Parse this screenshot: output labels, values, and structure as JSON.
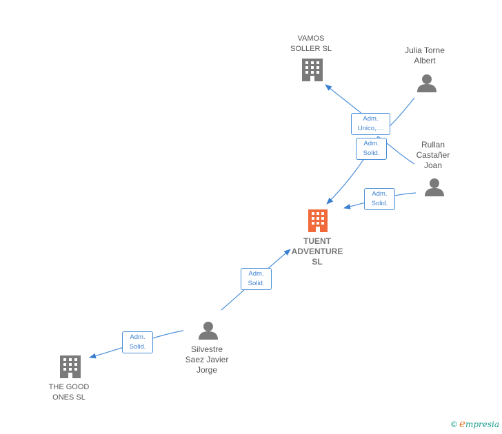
{
  "colors": {
    "edge": "#3a7fd0",
    "node": "#7a7a7a",
    "focus": "#f06a3b"
  },
  "nodes": {
    "vamos": {
      "label": "VAMOS\nSOLLER SL",
      "icon": "building-icon"
    },
    "julia": {
      "label": "Julia Torne\nAlbert",
      "icon": "person-icon"
    },
    "rullan": {
      "label": "Rullan\nCastañer\nJoan",
      "icon": "person-icon"
    },
    "tuent": {
      "label": "TUENT\nADVENTURE\nSL",
      "icon": "building-icon"
    },
    "silvestre": {
      "label": "Silvestre\nSaez Javier\nJorge",
      "icon": "person-icon"
    },
    "goodones": {
      "label": "THE GOOD\nONES SL",
      "icon": "building-icon"
    }
  },
  "edges": {
    "julia_vamos": "Adm.\nUnico,....",
    "rullan_vamos": "Adm.\nSolid.",
    "rullan_tuent": "Adm.\nSolid.",
    "silvestre_tuent": "Adm.\nSolid.",
    "silvestre_goodones": "Adm.\nSolid."
  },
  "footer": {
    "copyright": "©",
    "brand_initial": "e",
    "brand_rest": "mpresia"
  }
}
